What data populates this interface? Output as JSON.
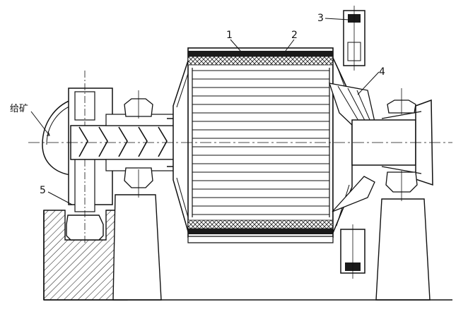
{
  "figure": {
    "labels": {
      "feed": "给矿",
      "part1": "1",
      "part2": "2",
      "part3": "3",
      "part4": "4",
      "part5": "5"
    },
    "colors": {
      "ink": "#111111",
      "hatch": "#222222",
      "liner": "#1a1a1a",
      "paper": "#ffffff"
    }
  }
}
